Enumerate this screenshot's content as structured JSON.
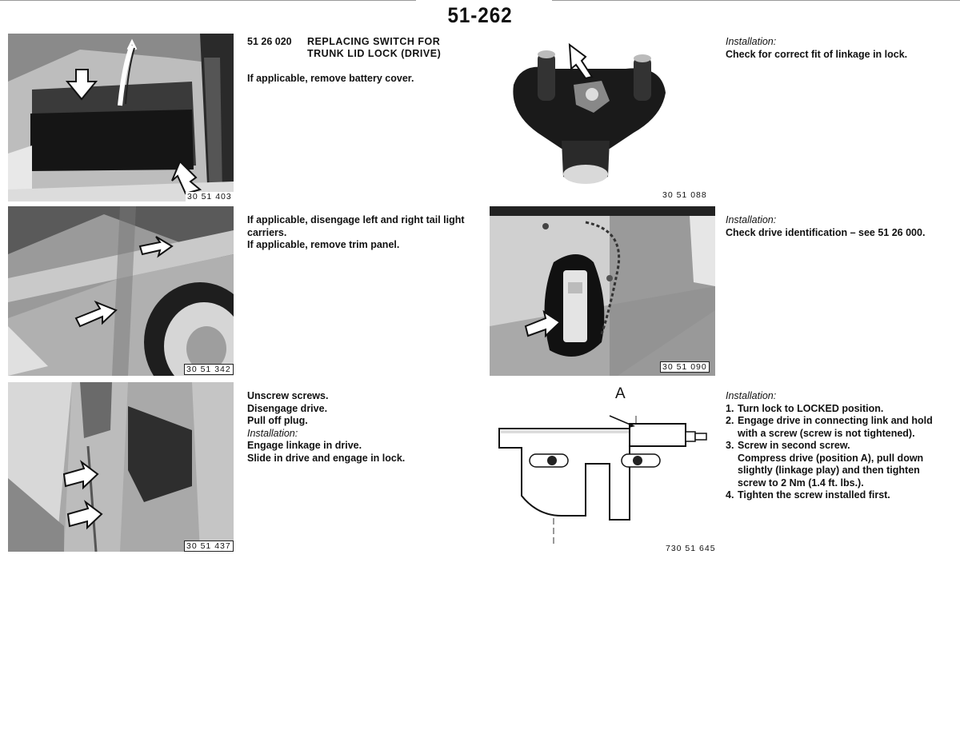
{
  "page": {
    "number": "51-262"
  },
  "section": {
    "code": "51 26 020",
    "title_line1": "REPLACING SWITCH FOR",
    "title_line2": "TRUNK LID LOCK (DRIVE)"
  },
  "steps_left": {
    "step1": {
      "line1": "If applicable, remove battery cover."
    },
    "step2": {
      "line1": "If applicable, disengage left and right tail light",
      "line2": "carriers.",
      "line3": "If applicable, remove trim panel."
    },
    "step3": {
      "line1": "Unscrew screws.",
      "line2": "Disengage drive.",
      "line3": "Pull off plug.",
      "line4": "Installation:",
      "line5": "Engage linkage in drive.",
      "line6": "Slide in drive and engage in lock."
    }
  },
  "steps_right": {
    "step1": {
      "heading": "Installation:",
      "line1": "Check for correct fit of linkage in lock."
    },
    "step2": {
      "heading": "Installation:",
      "line1": "Check drive identification – see 51 26 000."
    },
    "step3": {
      "heading": "Installation:",
      "items": [
        {
          "num": "1.",
          "lines": [
            "Turn lock to LOCKED position."
          ]
        },
        {
          "num": "2.",
          "lines": [
            "Engage drive in connecting link and hold",
            "with a screw (screw is not tightened)."
          ]
        },
        {
          "num": "3.",
          "lines": [
            "Screw in second screw.",
            "Compress drive (position A), pull down",
            "slightly (linkage play) and then tighten",
            "screw to 2 Nm (1.4 ft. lbs.)."
          ]
        },
        {
          "num": "4.",
          "lines": [
            "Tighten the screw installed first."
          ]
        }
      ]
    }
  },
  "figures": {
    "fig1": "30 51 403",
    "fig2": "30 51 342",
    "fig3": "30 51 437",
    "fig4": "30 51 088",
    "fig5": "30 51 090",
    "fig6": "730 51 645",
    "fig6_callout": "A"
  }
}
